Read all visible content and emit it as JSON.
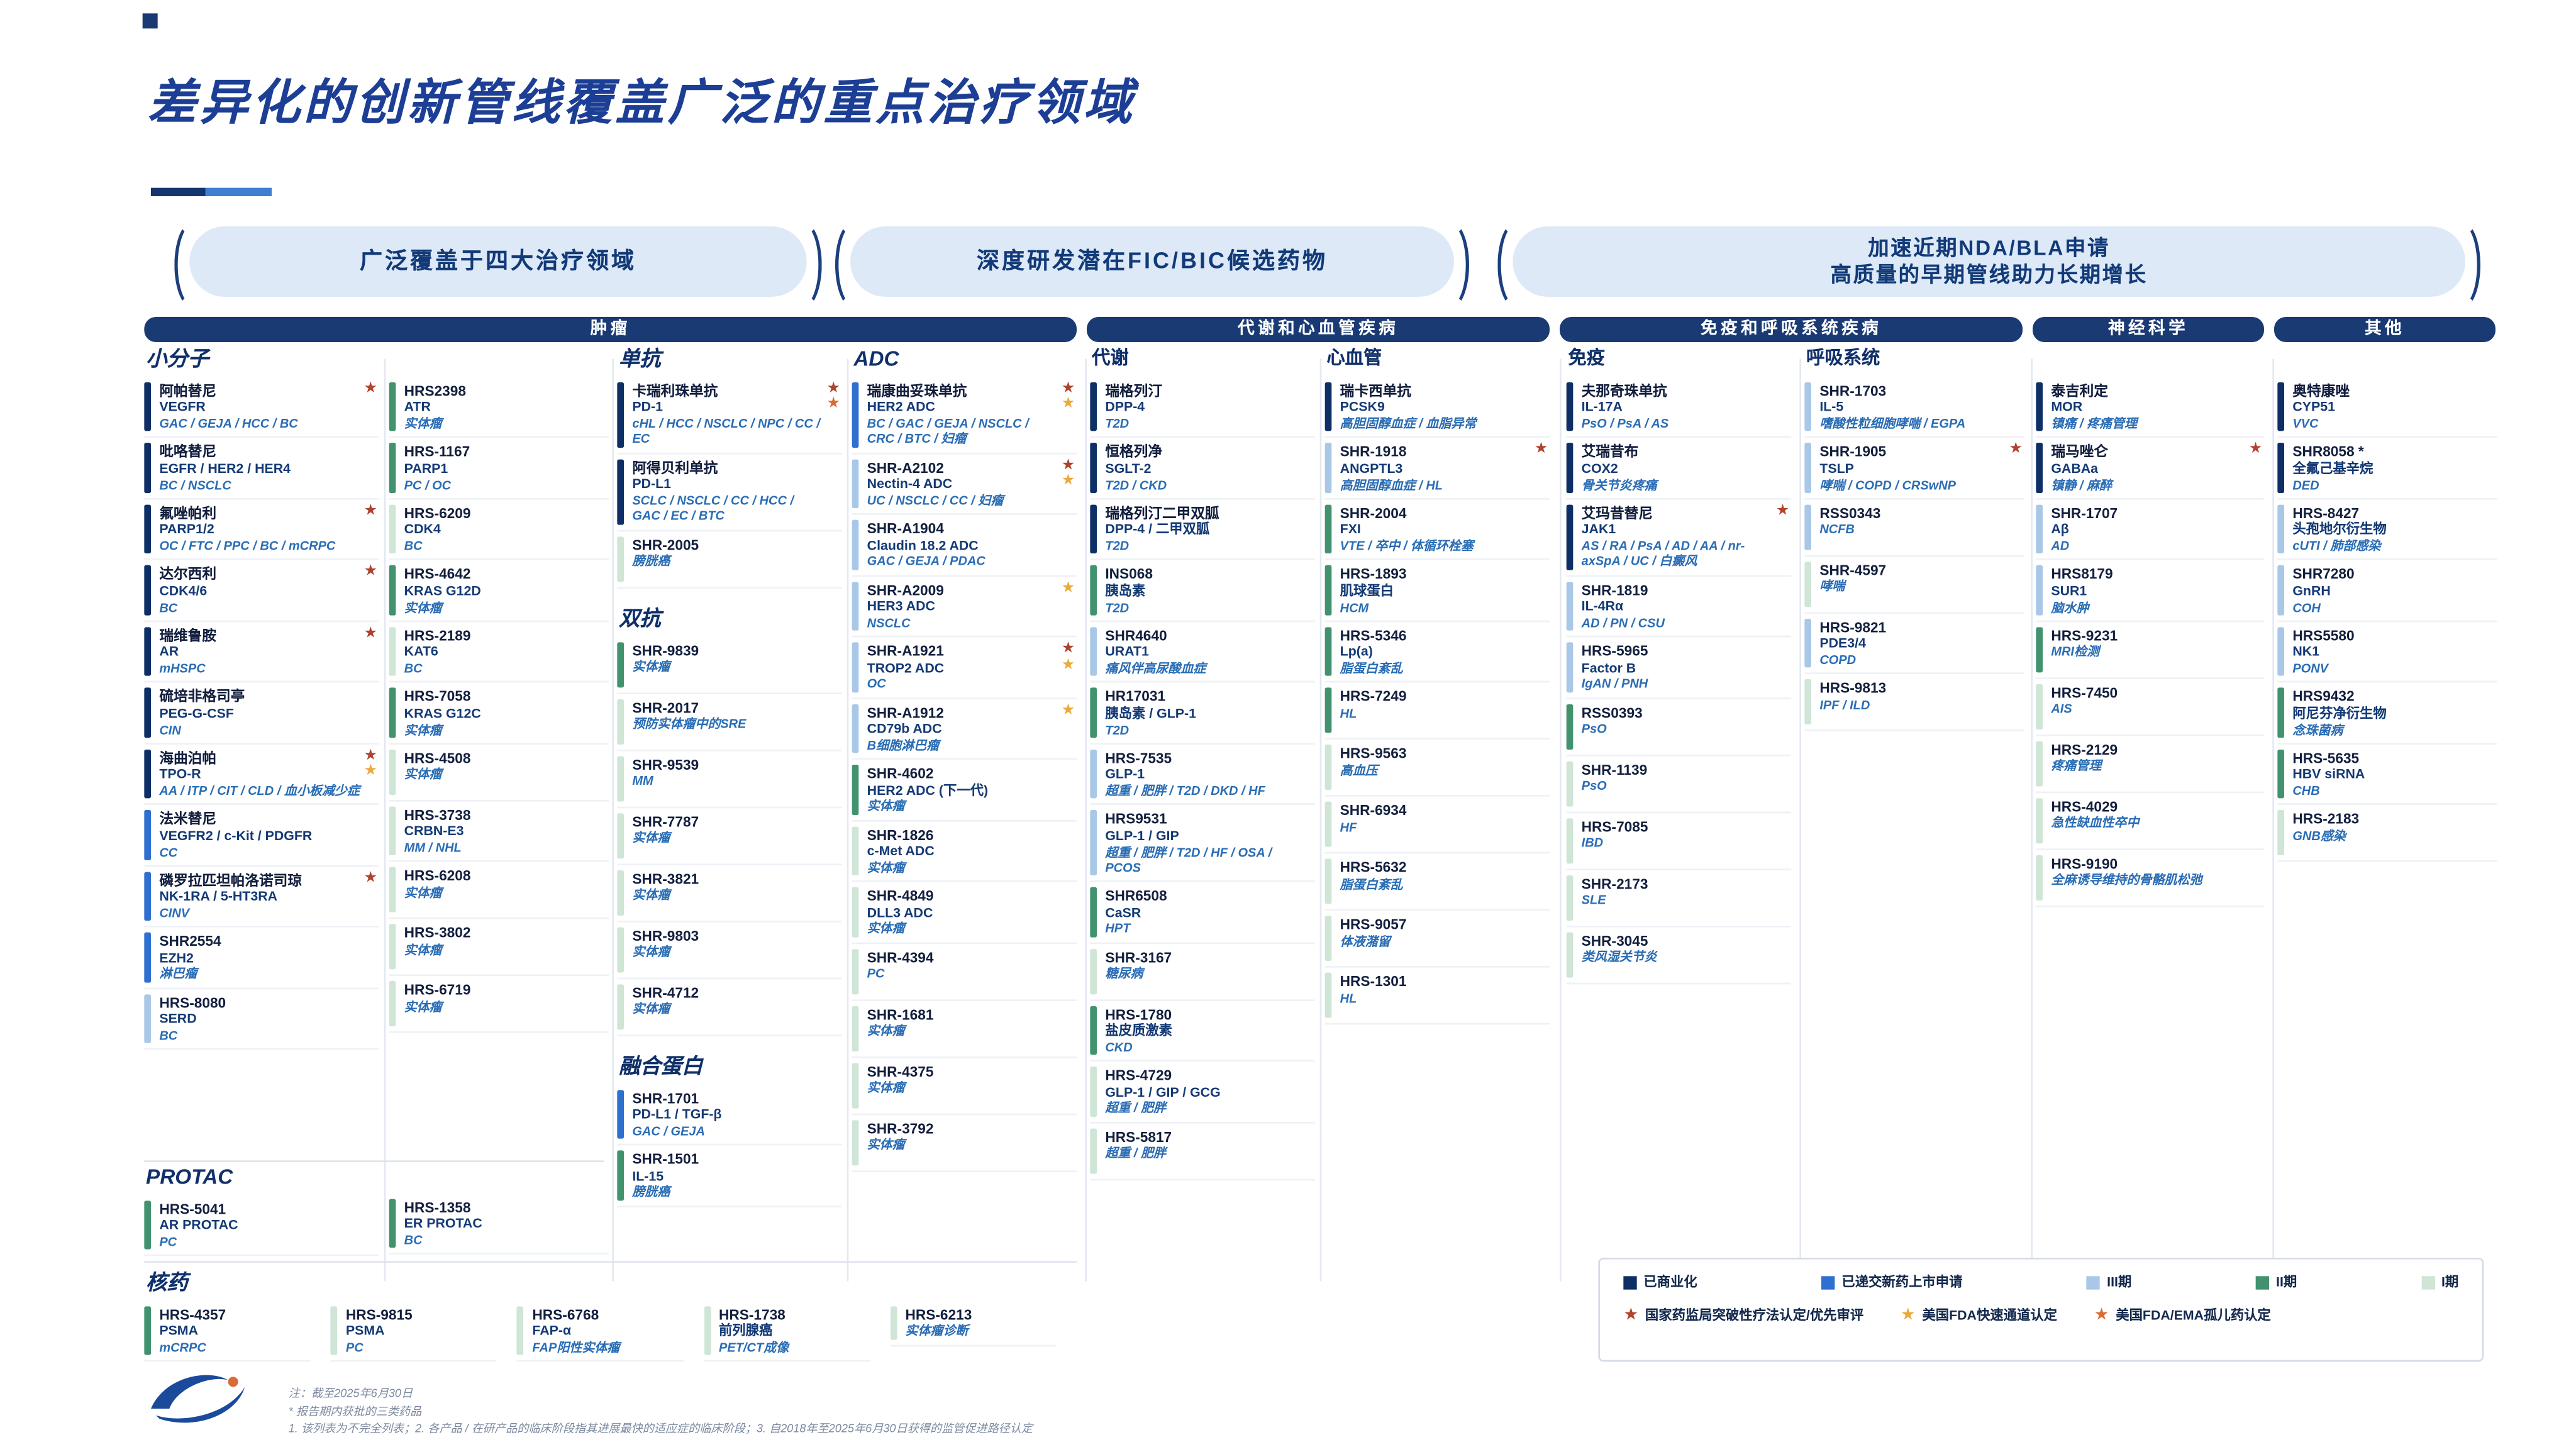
{
  "slide": {
    "title": "差异化的创新管线覆盖广泛的重点治疗领域",
    "banners": [
      {
        "text": "广泛覆盖于四大治疗领域"
      },
      {
        "text": "深度研发潜在FIC/BIC候选药物"
      },
      {
        "text": "加速近期NDA/BLA申请",
        "text2": "高质量的早期管线助力长期增长"
      }
    ]
  },
  "category_bars": [
    {
      "label": "肿瘤"
    },
    {
      "label": "代谢和心血管疾病"
    },
    {
      "label": "免疫和呼吸系统疾病"
    },
    {
      "label": "神经科学"
    },
    {
      "label": "其他"
    }
  ],
  "phases": {
    "c": {
      "label": "已商业化",
      "color": "#0e2f66"
    },
    "n": {
      "label": "已递交新药上市申请",
      "color": "#2e6fd0"
    },
    "3": {
      "label": "III期",
      "color": "#a9c8e8"
    },
    "2": {
      "label": "II期",
      "color": "#43926f"
    },
    "1": {
      "label": "I期",
      "color": "#cfe5d6"
    }
  },
  "stars": {
    "bt": {
      "label": "国家药监局突破性疗法认定/优先审评",
      "color": "#b0432e"
    },
    "ft": {
      "label": "美国FDA快速通道认定",
      "color": "#eca93c"
    },
    "od": {
      "label": "美国FDA/EMA孤儿药认定",
      "color": "#d96b35"
    }
  },
  "columns": [
    {
      "sections": [
        {
          "label": "小分子",
          "big": true,
          "cards": [
            {
              "name": "阿帕替尼",
              "target": "VEGFR",
              "ind": "GAC / GEJA / HCC / BC",
              "phase": "c",
              "stars": [
                "bt"
              ]
            },
            {
              "name": "吡咯替尼",
              "target": "EGFR / HER2 / HER4",
              "ind": "BC / NSCLC",
              "phase": "c"
            },
            {
              "name": "氟唑帕利",
              "target": "PARP1/2",
              "ind": "OC / FTC / PPC / BC / mCRPC",
              "phase": "c",
              "stars": [
                "bt"
              ]
            },
            {
              "name": "达尔西利",
              "target": "CDK4/6",
              "ind": "BC",
              "phase": "c",
              "stars": [
                "bt"
              ]
            },
            {
              "name": "瑞维鲁胺",
              "target": "AR",
              "ind": "mHSPC",
              "phase": "c",
              "stars": [
                "bt"
              ]
            },
            {
              "name": "硫培非格司亭",
              "target": "PEG-G-CSF",
              "ind": "CIN",
              "phase": "c"
            },
            {
              "name": "海曲泊帕",
              "target": "TPO-R",
              "ind": "AA / ITP / CIT / CLD / 血小板减少症",
              "phase": "c",
              "stars": [
                "bt",
                "ft"
              ]
            },
            {
              "name": "法米替尼",
              "target": "VEGFR2 / c-Kit / PDGFR",
              "ind": "CC",
              "phase": "n"
            },
            {
              "name": "磷罗拉匹坦帕洛诺司琼",
              "target": "NK-1RA / 5-HT3RA",
              "ind": "CINV",
              "phase": "n",
              "stars": [
                "bt"
              ]
            },
            {
              "name": "SHR2554",
              "target": "EZH2",
              "ind": "淋巴瘤",
              "phase": "n"
            },
            {
              "name": "HRS-8080",
              "target": "SERD",
              "ind": "BC",
              "phase": "3"
            }
          ]
        }
      ]
    },
    {
      "sections": [
        {
          "pad": 19,
          "cards": [
            {
              "name": "HRS2398",
              "target": "ATR",
              "ind": "实体瘤",
              "phase": "2"
            },
            {
              "name": "HRS-1167",
              "target": "PARP1",
              "ind": "PC / OC",
              "phase": "2"
            },
            {
              "name": "HRS-6209",
              "target": "CDK4",
              "ind": "BC",
              "phase": "1"
            },
            {
              "name": "HRS-4642",
              "target": "KRAS G12D",
              "ind": "实体瘤",
              "phase": "2"
            },
            {
              "name": "HRS-2189",
              "target": "KAT6",
              "ind": "BC",
              "phase": "1"
            },
            {
              "name": "HRS-7058",
              "target": "KRAS G12C",
              "ind": "实体瘤",
              "phase": "2"
            },
            {
              "name": "HRS-4508",
              "ind": "实体瘤",
              "phase": "1"
            },
            {
              "name": "HRS-3738",
              "target": "CRBN-E3",
              "ind": "MM / NHL",
              "phase": "1"
            },
            {
              "name": "HRS-6208",
              "ind": "实体瘤",
              "phase": "1"
            },
            {
              "name": "HRS-3802",
              "ind": "实体瘤",
              "phase": "1"
            },
            {
              "name": "HRS-6719",
              "ind": "实体瘤",
              "phase": "1"
            }
          ]
        }
      ]
    },
    {
      "sections": [
        {
          "label": "单抗",
          "big": true,
          "cards": [
            {
              "name": "卡瑞利珠单抗",
              "target": "PD-1",
              "ind": "cHL / HCC / NSCLC / NPC / CC / EC",
              "phase": "c",
              "stars": [
                "bt",
                "od"
              ]
            },
            {
              "name": "阿得贝利单抗",
              "target": "PD-L1",
              "ind": "SCLC / NSCLC / CC / HCC / GAC / EC / BTC",
              "phase": "c"
            },
            {
              "name": "SHR-2005",
              "ind": "膀胱癌",
              "phase": "1"
            }
          ]
        },
        {
          "label": "双抗",
          "big": true,
          "gap": 10,
          "cards": [
            {
              "name": "SHR-9839",
              "ind": "实体瘤",
              "phase": "2"
            },
            {
              "name": "SHR-2017",
              "ind": "预防实体瘤中的SRE",
              "phase": "1"
            },
            {
              "name": "SHR-9539",
              "ind": "MM",
              "phase": "1"
            },
            {
              "name": "SHR-7787",
              "ind": "实体瘤",
              "phase": "1"
            },
            {
              "name": "SHR-3821",
              "ind": "实体瘤",
              "phase": "1"
            },
            {
              "name": "SHR-9803",
              "ind": "实体瘤",
              "phase": "1"
            },
            {
              "name": "SHR-4712",
              "ind": "实体瘤",
              "phase": "1"
            }
          ]
        },
        {
          "label": "融合蛋白",
          "big": true,
          "gap": 10,
          "cards": [
            {
              "name": "SHR-1701",
              "target": "PD-L1 / TGF-β",
              "ind": "GAC / GEJA",
              "phase": "n"
            },
            {
              "name": "SHR-1501",
              "target": "IL-15",
              "ind": "膀胱癌",
              "phase": "2"
            }
          ]
        }
      ]
    },
    {
      "sections": [
        {
          "label": "ADC",
          "big": true,
          "cards": [
            {
              "name": "瑞康曲妥珠单抗",
              "target": "HER2 ADC",
              "ind": "BC / GAC / GEJA / NSCLC / CRC / BTC / 妇瘤",
              "phase": "n",
              "stars": [
                "bt",
                "ft"
              ]
            },
            {
              "name": "SHR-A2102",
              "target": "Nectin-4 ADC",
              "ind": "UC / NSCLC / CC / 妇瘤",
              "phase": "3",
              "stars": [
                "bt",
                "ft"
              ]
            },
            {
              "name": "SHR-A1904",
              "target": "Claudin 18.2 ADC",
              "ind": "GAC / GEJA / PDAC",
              "phase": "3"
            },
            {
              "name": "SHR-A2009",
              "target": "HER3 ADC",
              "ind": "NSCLC",
              "phase": "3",
              "stars": [
                "ft"
              ]
            },
            {
              "name": "SHR-A1921",
              "target": "TROP2 ADC",
              "ind": "OC",
              "phase": "3",
              "stars": [
                "bt",
                "ft"
              ]
            },
            {
              "name": "SHR-A1912",
              "target": "CD79b ADC",
              "ind": "B细胞淋巴瘤",
              "phase": "3",
              "stars": [
                "ft"
              ]
            },
            {
              "name": "SHR-4602",
              "target": "HER2 ADC (下一代)",
              "ind": "实体瘤",
              "phase": "2"
            },
            {
              "name": "SHR-1826",
              "target": "c-Met ADC",
              "ind": "实体瘤",
              "phase": "1"
            },
            {
              "name": "SHR-4849",
              "target": "DLL3 ADC",
              "ind": "实体瘤",
              "phase": "1"
            },
            {
              "name": "SHR-4394",
              "ind": "PC",
              "phase": "1"
            },
            {
              "name": "SHR-1681",
              "ind": "实体瘤",
              "phase": "1"
            },
            {
              "name": "SHR-4375",
              "ind": "实体瘤",
              "phase": "1"
            },
            {
              "name": "SHR-3792",
              "ind": "实体瘤",
              "phase": "1"
            }
          ]
        }
      ]
    },
    {
      "sections": [
        {
          "label": "代谢",
          "cards": [
            {
              "name": "瑞格列汀",
              "target": "DPP-4",
              "ind": "T2D",
              "phase": "c"
            },
            {
              "name": "恒格列净",
              "target": "SGLT-2",
              "ind": "T2D / CKD",
              "phase": "c"
            },
            {
              "name": "瑞格列汀二甲双胍",
              "target": "DPP-4 / 二甲双胍",
              "ind": "T2D",
              "phase": "c"
            },
            {
              "name": "INS068",
              "target": "胰岛素",
              "ind": "T2D",
              "phase": "2"
            },
            {
              "name": "SHR4640",
              "target": "URAT1",
              "ind": "痛风伴高尿酸血症",
              "phase": "3"
            },
            {
              "name": "HR17031",
              "target": "胰岛素 / GLP-1",
              "ind": "T2D",
              "phase": "2"
            },
            {
              "name": "HRS-7535",
              "target": "GLP-1",
              "ind": "超重 / 肥胖 / T2D / DKD / HF",
              "phase": "3"
            },
            {
              "name": "HRS9531",
              "target": "GLP-1 / GIP",
              "ind": "超重 / 肥胖 / T2D / HF / OSA / PCOS",
              "phase": "3"
            },
            {
              "name": "SHR6508",
              "target": "CaSR",
              "ind": "HPT",
              "phase": "2"
            },
            {
              "name": "SHR-3167",
              "ind": "糖尿病",
              "phase": "1"
            },
            {
              "name": "HRS-1780",
              "target": "盐皮质激素",
              "ind": "CKD",
              "phase": "2"
            },
            {
              "name": "HRS-4729",
              "target": "GLP-1 / GIP / GCG",
              "ind": "超重 / 肥胖",
              "phase": "1"
            },
            {
              "name": "HRS-5817",
              "ind": "超重 / 肥胖",
              "phase": "1"
            }
          ]
        }
      ]
    },
    {
      "sections": [
        {
          "label": "心血管",
          "cards": [
            {
              "name": "瑞卡西单抗",
              "target": "PCSK9",
              "ind": "高胆固醇血症 / 血脂异常",
              "phase": "c"
            },
            {
              "name": "SHR-1918",
              "target": "ANGPTL3",
              "ind": "高胆固醇血症 / HL",
              "phase": "3",
              "stars": [
                "bt"
              ]
            },
            {
              "name": "SHR-2004",
              "target": "FXI",
              "ind": "VTE / 卒中 / 体循环栓塞",
              "phase": "2"
            },
            {
              "name": "HRS-1893",
              "target": "肌球蛋白",
              "ind": "HCM",
              "phase": "2"
            },
            {
              "name": "HRS-5346",
              "target": "Lp(a)",
              "ind": "脂蛋白紊乱",
              "phase": "2"
            },
            {
              "name": "HRS-7249",
              "ind": "HL",
              "phase": "2"
            },
            {
              "name": "HRS-9563",
              "ind": "高血压",
              "phase": "1"
            },
            {
              "name": "SHR-6934",
              "ind": "HF",
              "phase": "1"
            },
            {
              "name": "HRS-5632",
              "ind": "脂蛋白紊乱",
              "phase": "1"
            },
            {
              "name": "HRS-9057",
              "ind": "体液潴留",
              "phase": "1"
            },
            {
              "name": "HRS-1301",
              "ind": "HL",
              "phase": "1"
            }
          ]
        }
      ]
    },
    {
      "sections": [
        {
          "label": "免疫",
          "cards": [
            {
              "name": "夫那奇珠单抗",
              "target": "IL-17A",
              "ind": "PsO / PsA / AS",
              "phase": "c"
            },
            {
              "name": "艾瑞昔布",
              "target": "COX2",
              "ind": "骨关节炎疼痛",
              "phase": "c"
            },
            {
              "name": "艾玛昔替尼",
              "target": "JAK1",
              "ind": "AS / RA / PsA / AD / AA / nr-axSpA / UC / 白癜风",
              "phase": "c",
              "stars": [
                "bt"
              ]
            },
            {
              "name": "SHR-1819",
              "target": "IL-4Rα",
              "ind": "AD / PN / CSU",
              "phase": "3"
            },
            {
              "name": "HRS-5965",
              "target": "Factor B",
              "ind": "IgAN / PNH",
              "phase": "3"
            },
            {
              "name": "RSS0393",
              "ind": "PsO",
              "phase": "2"
            },
            {
              "name": "SHR-1139",
              "ind": "PsO",
              "phase": "1"
            },
            {
              "name": "HRS-7085",
              "ind": "IBD",
              "phase": "1"
            },
            {
              "name": "SHR-2173",
              "ind": "SLE",
              "phase": "1"
            },
            {
              "name": "SHR-3045",
              "ind": "类风湿关节炎",
              "phase": "1"
            }
          ]
        }
      ]
    },
    {
      "sections": [
        {
          "label": "呼吸系统",
          "cards": [
            {
              "name": "SHR-1703",
              "target": "IL-5",
              "ind": "嗜酸性粒细胞哮喘 / EGPA",
              "phase": "3"
            },
            {
              "name": "SHR-1905",
              "target": "TSLP",
              "ind": "哮喘 / COPD / CRSwNP",
              "phase": "3",
              "stars": [
                "bt"
              ]
            },
            {
              "name": "RSS0343",
              "ind": "NCFB",
              "phase": "3"
            },
            {
              "name": "SHR-4597",
              "ind": "哮喘",
              "phase": "1"
            },
            {
              "name": "HRS-9821",
              "target": "PDE3/4",
              "ind": "COPD",
              "phase": "3"
            },
            {
              "name": "HRS-9813",
              "ind": "IPF / ILD",
              "phase": "1"
            }
          ]
        }
      ]
    },
    {
      "sections": [
        {
          "pad": 19,
          "cards": [
            {
              "name": "泰吉利定",
              "target": "MOR",
              "ind": "镇痛 / 疼痛管理",
              "phase": "c"
            },
            {
              "name": "瑞马唑仑",
              "target": "GABAa",
              "ind": "镇静 / 麻醉",
              "phase": "c",
              "stars": [
                "bt"
              ]
            },
            {
              "name": "SHR-1707",
              "target": "Aβ",
              "ind": "AD",
              "phase": "3"
            },
            {
              "name": "HRS8179",
              "target": "SUR1",
              "ind": "脑水肿",
              "phase": "3"
            },
            {
              "name": "HRS-9231",
              "ind": "MRI检测",
              "phase": "2"
            },
            {
              "name": "HRS-7450",
              "ind": "AIS",
              "phase": "1"
            },
            {
              "name": "HRS-2129",
              "ind": "疼痛管理",
              "phase": "1"
            },
            {
              "name": "HRS-4029",
              "ind": "急性缺血性卒中",
              "phase": "1"
            },
            {
              "name": "HRS-9190",
              "ind": "全麻诱导维持的骨骼肌松弛",
              "phase": "1"
            }
          ]
        }
      ]
    },
    {
      "sections": [
        {
          "pad": 19,
          "cards": [
            {
              "name": "奥特康唑",
              "target": "CYP51",
              "ind": "VVC",
              "phase": "c"
            },
            {
              "name": "SHR8058 *",
              "target": "全氟己基辛烷",
              "ind": "DED",
              "phase": "c"
            },
            {
              "name": "HRS-8427",
              "target": "头孢地尔衍生物",
              "ind": "cUTI / 肺部感染",
              "phase": "3"
            },
            {
              "name": "SHR7280",
              "target": "GnRH",
              "ind": "COH",
              "phase": "3"
            },
            {
              "name": "HRS5580",
              "target": "NK1",
              "ind": "PONV",
              "phase": "3"
            },
            {
              "name": "HRS9432",
              "target": "阿尼芬净衍生物",
              "ind": "念珠菌病",
              "phase": "2"
            },
            {
              "name": "HRS-5635",
              "target": "HBV siRNA",
              "ind": "CHB",
              "phase": "2"
            },
            {
              "name": "HRS-2183",
              "ind": "GNB感染",
              "phase": "1"
            }
          ]
        }
      ]
    }
  ],
  "protac": {
    "label": "PROTAC",
    "cards": [
      {
        "name": "HRS-5041",
        "target": "AR PROTAC",
        "ind": "PC",
        "phase": "2"
      },
      {
        "name": "HRS-1358",
        "target": "ER PROTAC",
        "ind": "BC",
        "phase": "2"
      }
    ]
  },
  "radio": {
    "label": "核药",
    "cards": [
      {
        "name": "HRS-4357",
        "target": "PSMA",
        "ind": "mCRPC",
        "phase": "2"
      },
      {
        "name": "HRS-9815",
        "target": "PSMA",
        "ind": "PC",
        "phase": "1"
      },
      {
        "name": "HRS-6768",
        "target": "FAP-α",
        "ind": "FAP阳性实体瘤",
        "phase": "1"
      },
      {
        "name": "HRS-1738",
        "target": "前列腺癌",
        "ind": "PET/CT成像",
        "phase": "1"
      },
      {
        "name": "HRS-6213",
        "ind": "实体瘤诊断",
        "phase": "1"
      }
    ]
  },
  "notes": [
    "注：截至2025年6月30日",
    "* 报告期内获批的三类药品",
    "1. 该列表为不完全列表；2. 各产品 / 在研产品的临床阶段指其进展最快的适应症的临床阶段；3. 自2018年至2025年6月30日获得的监管促进路径认定"
  ]
}
